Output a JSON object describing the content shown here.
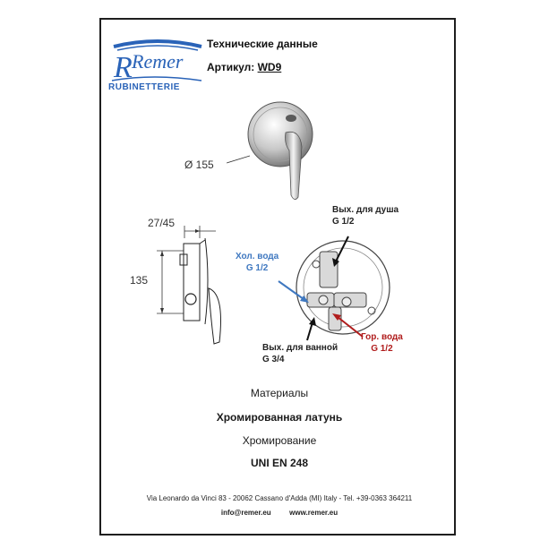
{
  "header": {
    "title": "Технические данные",
    "article_label": "Артикул:",
    "article_code": "WD9"
  },
  "logo": {
    "brand": "Remer",
    "subtitle": "RUBINETTERIE",
    "color": "#2a63b8"
  },
  "product": {
    "diameter_label": "Ø 155"
  },
  "side_view": {
    "depth_label": "27/45",
    "height_label": "135"
  },
  "connections": {
    "cold": {
      "line1": "Хол. вода",
      "line2": "G 1/2",
      "color": "#3f78c0"
    },
    "hot": {
      "line1": "Гор. вода",
      "line2": "G 1/2",
      "color": "#b01c1c"
    },
    "shower": {
      "line1": "Вых. для душа",
      "line2": "G 1/2"
    },
    "bath": {
      "line1": "Вых. для ванной",
      "line2": "G 3/4"
    }
  },
  "materials": {
    "heading": "Материалы",
    "body_material": "Хромированная латунь",
    "finish": "Хромирование",
    "standard": "UNI EN 248"
  },
  "footer": {
    "address": "Via Leonardo da Vinci 83 - 20062 Cassano d'Adda (MI) Italy - Tel. +39-0363 364211",
    "email": "info@remer.eu",
    "website": "www.remer.eu"
  }
}
